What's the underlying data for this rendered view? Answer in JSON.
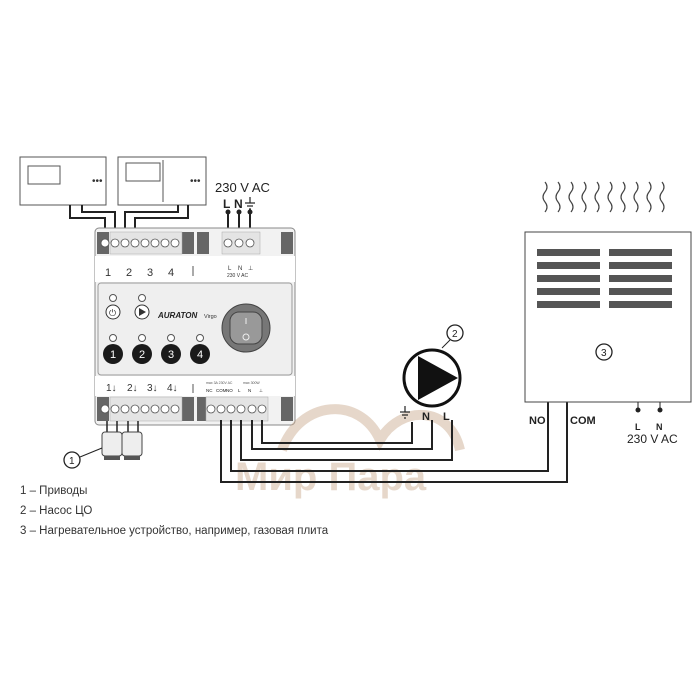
{
  "supply_top": {
    "label": "230 V AC",
    "L": "L",
    "N": "N"
  },
  "controller": {
    "brand": "AURATON",
    "model": "Virgo",
    "top_terminals": [
      "1",
      "2",
      "3",
      "4"
    ],
    "top_power_labels": [
      "L",
      "N",
      "⊥"
    ],
    "top_power_caption": "230 V AC",
    "zone_buttons": [
      "1",
      "2",
      "3",
      "4"
    ],
    "bottom_terminals": [
      "1↓",
      "2↓",
      "3↓",
      "4↓"
    ],
    "relay_caption": "max 3A 230V AC",
    "pump_caption": "max 300W",
    "bottom_power_labels": [
      "NC",
      "COM",
      "NO",
      "L",
      "N",
      "⊥"
    ]
  },
  "pump": {
    "callout": "2",
    "N": "N",
    "L": "L"
  },
  "boiler": {
    "callout": "3",
    "NO": "NO",
    "COM": "COM",
    "L": "L",
    "N": "N",
    "supply": "230 V AC"
  },
  "actuators": {
    "callout": "1"
  },
  "watermark": "Мир Пара",
  "legend": [
    "1 – Приводы",
    "2 – Насос ЦО",
    "3 – Нагревательное устройство, например, газовая плита"
  ]
}
